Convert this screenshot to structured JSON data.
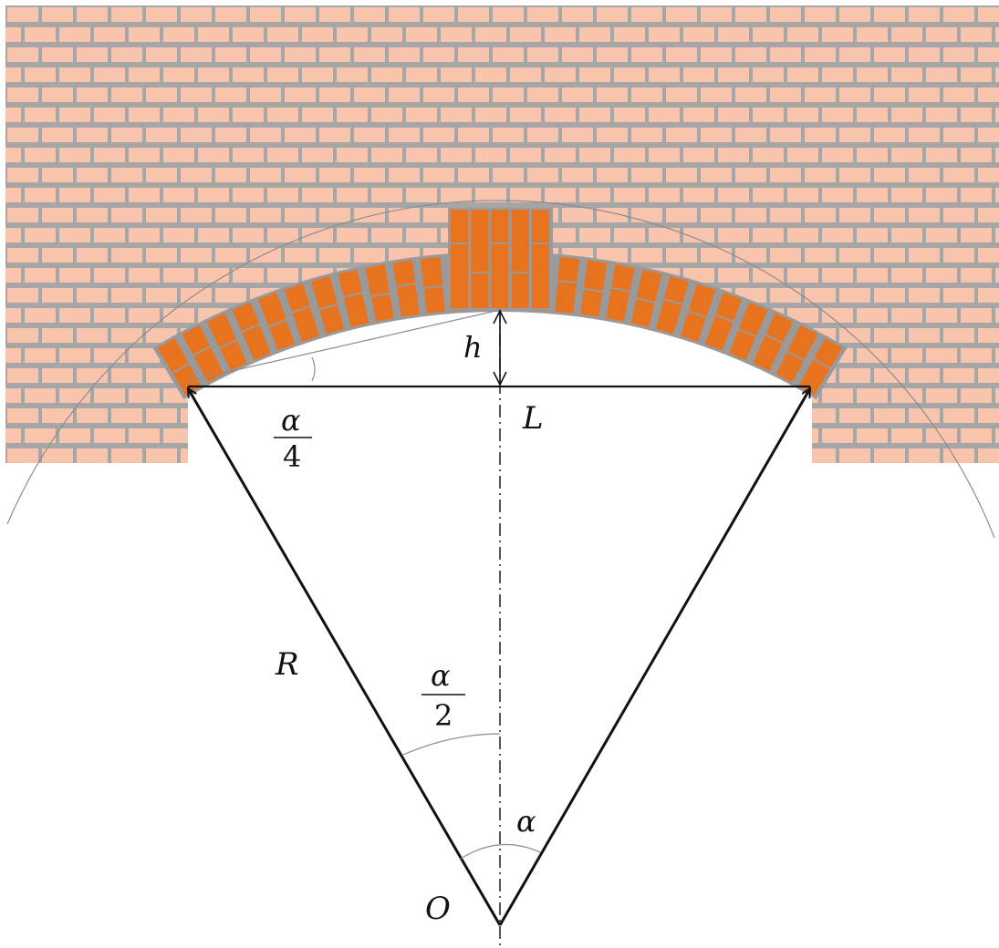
{
  "colors": {
    "wall_brick": "#f9c4ad",
    "wall_mortar": "#a6a6a6",
    "arch_brick": "#e8731f",
    "arch_mortar": "#9a9a9a",
    "line": "#111111",
    "thin_line": "#8c8c8c"
  },
  "labels": {
    "h": "h",
    "L": "L",
    "R": "R",
    "O": "O",
    "alpha": "α",
    "frac_quarter_num": "α",
    "frac_quarter_den": "4",
    "frac_half_num": "α",
    "frac_half_den": "2"
  }
}
